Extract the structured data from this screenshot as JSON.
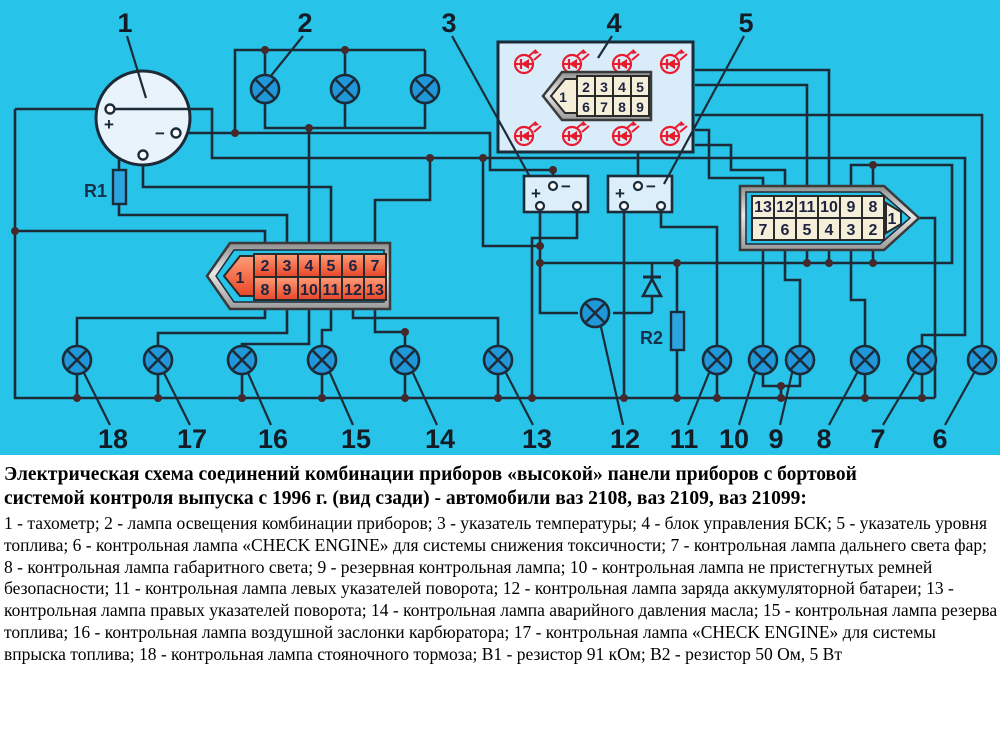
{
  "diagram": {
    "colors": {
      "background": "#28c3e9",
      "wire": "#1c2b38",
      "lamp_fill": "#1f97d8",
      "device_fill": "#e9f3fb",
      "block_fill": "#d9ecf9",
      "led_red": "#ea1b2d",
      "connector_cell_orange": "#ee5b38",
      "connector_cell_cream": "#f5efd9",
      "resistor_fill": "#2aa5de",
      "junction_dot": "#45282a"
    },
    "callouts_top": [
      "1",
      "2",
      "3",
      "4",
      "5"
    ],
    "callouts_bottom": [
      "18",
      "17",
      "16",
      "15",
      "14",
      "13",
      "12",
      "11",
      "10",
      "9",
      "8",
      "7",
      "6"
    ],
    "tachometer": {
      "plus": "+",
      "minus": "−"
    },
    "temp_gauge": {
      "plus": "+",
      "minus": "−"
    },
    "fuel_gauge": {
      "plus": "+",
      "minus": "−"
    },
    "resistor1_label": "R1",
    "resistor2_label": "R2",
    "bsk_connector": {
      "tip": "1",
      "top": [
        "2",
        "3",
        "4",
        "5"
      ],
      "bottom": [
        "6",
        "7",
        "8",
        "9"
      ]
    },
    "left_connector": {
      "tip": "1",
      "top": [
        "2",
        "3",
        "4",
        "5",
        "6",
        "7"
      ],
      "bottom": [
        "8",
        "9",
        "10",
        "11",
        "12",
        "13"
      ]
    },
    "right_connector": {
      "tip": "1",
      "top": [
        "13",
        "12",
        "11",
        "10",
        "9",
        "8"
      ],
      "bottom": [
        "7",
        "6",
        "5",
        "4",
        "3",
        "2"
      ]
    }
  },
  "legend": {
    "title_line1": "Электрическая схема соединений комбинации приборов «высокой» панели приборов с бортовой",
    "title_line2": "системой контроля выпуска с 1996 г. (вид сзади) - автомобили ваз 2108, ваз 2109, ваз 21099:",
    "body": "1 - тахометр; 2 - лампа освещения комбинации приборов; 3 - указатель температуры; 4 - блок управления БСК; 5 - указатель уровня топлива; 6 - контрольная лампа «CHECK ENGINE» для системы снижения токсичности; 7 - контрольная лампа дальнего света фар; 8 - контрольная лампа габаритного света; 9 - резервная контрольная лампа; 10 - контрольная лампа не пристегнутых ремней безопасности; 11 - контрольная лампа левых указателей поворота; 12 - контрольная лампа заряда аккумуляторной батареи; 13 - контрольная лампа правых указателей поворота; 14 - контрольная лампа аварийного давления масла; 15 - контрольная лампа резерва топлива; 16 - контрольная лампа воздушной заслонки карбюратора; 17 - контрольная лампа «CHECK ENGINE» для системы впрыска топлива; 18 - контрольная лампа стояночного тормоза; В1 - резистор 91 кОм; В2 - резистор 50 Ом, 5 Вт"
  }
}
